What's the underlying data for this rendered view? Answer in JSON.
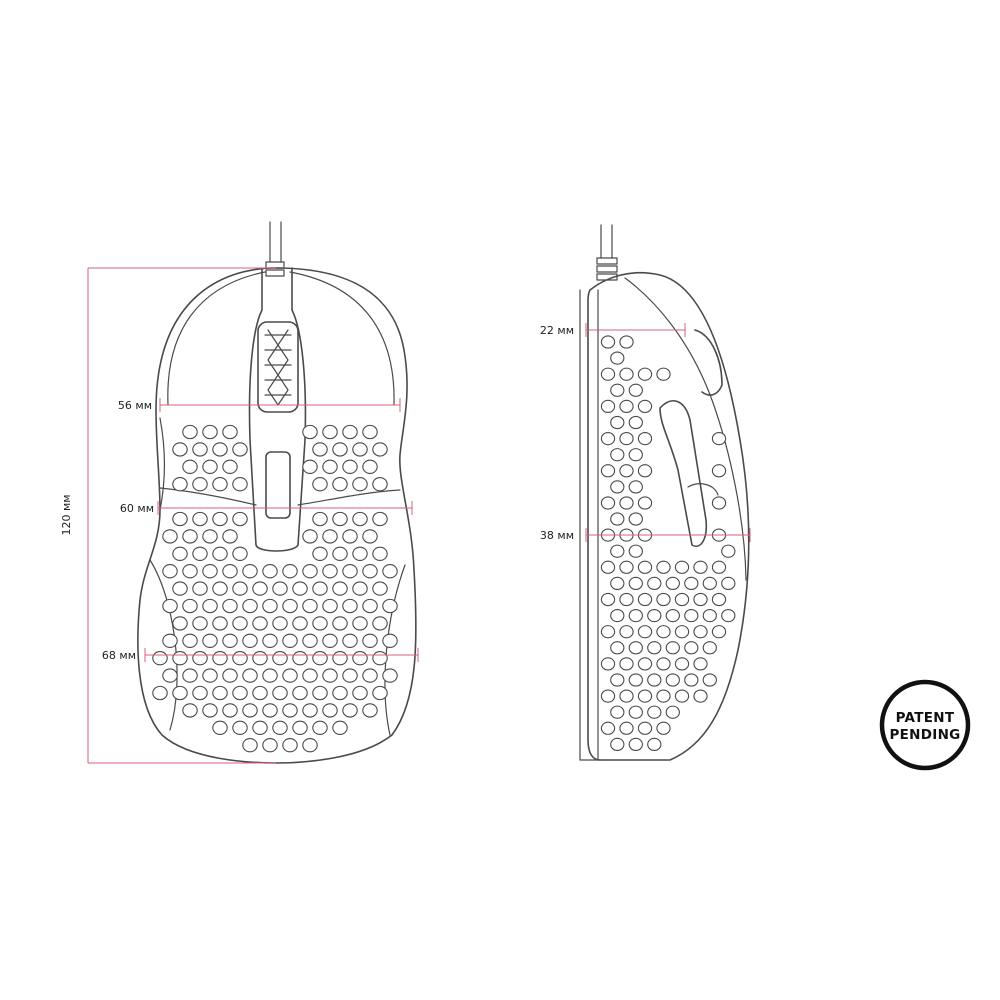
{
  "top_view": {
    "length_label": "120 мм",
    "width_labels": [
      {
        "id": "w1",
        "text": "56 мм"
      },
      {
        "id": "w2",
        "text": "60 мм"
      },
      {
        "id": "w3",
        "text": "68 мм"
      }
    ]
  },
  "side_view": {
    "height_labels": [
      {
        "id": "h1",
        "text": "22 мм"
      },
      {
        "id": "h2",
        "text": "38 мм"
      }
    ]
  },
  "badge": {
    "line1": "PATENT",
    "line2": "PENDING"
  },
  "colors": {
    "dimension": "#d9607a",
    "outline": "#4a4a4a",
    "badge": "#111111"
  }
}
